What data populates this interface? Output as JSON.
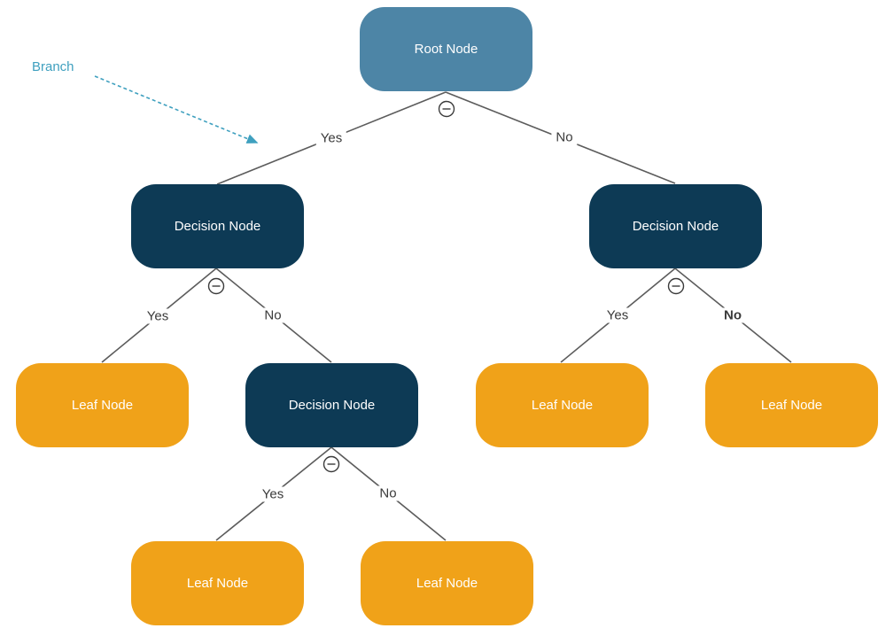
{
  "diagram": {
    "type": "decision-tree",
    "annotation": {
      "label": "Branch"
    },
    "colors": {
      "root_fill": "#4d85a6",
      "decision_fill": "#0d3a55",
      "leaf_fill": "#f0a219",
      "edge_stroke": "#5c5c5c",
      "annotation": "#3fa0bf",
      "node_text": "#ffffff",
      "edge_label_text": "#3a3a3a"
    },
    "nodes": [
      {
        "id": "root",
        "type": "root",
        "label": "Root Node"
      },
      {
        "id": "decision-left",
        "type": "decision",
        "label": "Decision Node"
      },
      {
        "id": "decision-right",
        "type": "decision",
        "label": "Decision Node"
      },
      {
        "id": "leaf-left",
        "type": "leaf",
        "label": "Leaf Node"
      },
      {
        "id": "decision-mid",
        "type": "decision",
        "label": "Decision Node"
      },
      {
        "id": "leaf-mid-yes",
        "type": "leaf",
        "label": "Leaf Node"
      },
      {
        "id": "leaf-mid-no",
        "type": "leaf",
        "label": "Leaf Node"
      },
      {
        "id": "leaf-right-yes",
        "type": "leaf",
        "label": "Leaf Node"
      },
      {
        "id": "leaf-right-no",
        "type": "leaf",
        "label": "Leaf Node"
      }
    ],
    "edges": [
      {
        "from": "root",
        "to": "decision-left",
        "label": "Yes"
      },
      {
        "from": "root",
        "to": "decision-right",
        "label": "No"
      },
      {
        "from": "decision-left",
        "to": "leaf-left",
        "label": "Yes"
      },
      {
        "from": "decision-left",
        "to": "decision-mid",
        "label": "No"
      },
      {
        "from": "decision-mid",
        "to": "leaf-mid-yes",
        "label": "Yes"
      },
      {
        "from": "decision-mid",
        "to": "leaf-mid-no",
        "label": "No"
      },
      {
        "from": "decision-right",
        "to": "leaf-right-yes",
        "label": "Yes"
      },
      {
        "from": "decision-right",
        "to": "leaf-right-no",
        "label": "No"
      }
    ],
    "collapse_icon": "minus-circle-icon"
  }
}
